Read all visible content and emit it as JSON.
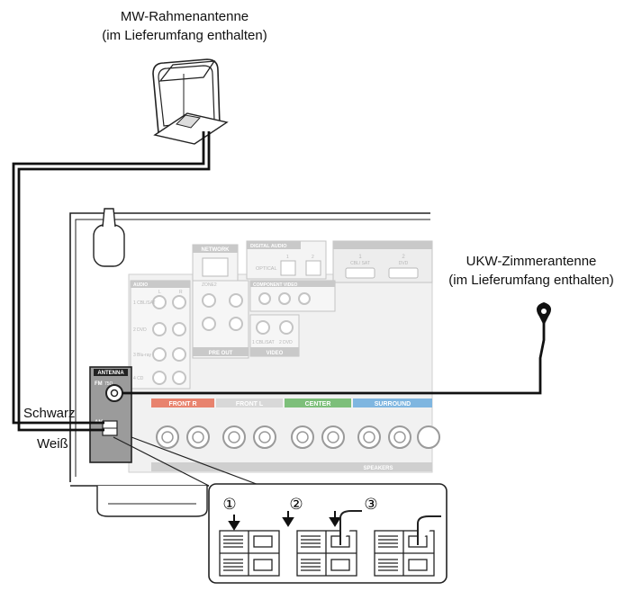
{
  "labels": {
    "am_antenna_title": "MW-Rahmenantenne",
    "am_antenna_note": "(im Lieferumfang enthalten)",
    "fm_antenna_title": "UKW-Zimmerantenne",
    "fm_antenna_note": "(im Lieferumfang enthalten)",
    "black_wire": "Schwarz",
    "white_wire": "Weiß"
  },
  "steps": [
    "①",
    "②",
    "③"
  ],
  "panel": {
    "antenna_title": "ANTENNA",
    "fm": "FM",
    "fm_ohm": "75Ω",
    "am": "AM",
    "network": "NETWORK",
    "digital_audio": "DIGITAL AUDIO",
    "optical": "OPTICAL",
    "optical_1": "1",
    "optical_2": "2",
    "hdmi_1_num": "1",
    "hdmi_1_name": "CBL/ SAT",
    "hdmi_2_num": "2",
    "hdmi_2_name": "DVD",
    "audio": "AUDIO",
    "audio_l": "L",
    "audio_r": "R",
    "audio_in_1": "1 CBL/SAT",
    "audio_in_2": "2 DVD",
    "audio_in_3": "3 Blu-ray",
    "audio_in_4": "4 CD",
    "zone2": "ZONE2",
    "pre_out": "PRE OUT",
    "component_video": "COMPONENT VIDEO",
    "video": "VIDEO",
    "video_1": "1 CBL/SAT",
    "video_2": "2 DVD",
    "front_r": "FRONT R",
    "front_l": "FRONT L",
    "center": "CENTER",
    "surround": "SURROUND",
    "speakers": "SPEAKERS"
  },
  "colors": {
    "front_r": "#e8836e",
    "front_l": "#d8d8d8",
    "center": "#7dbf7a",
    "surround": "#7fb6e0",
    "panel_gray": "#e6e6e6",
    "antenna_box": "#9b9b9b"
  }
}
